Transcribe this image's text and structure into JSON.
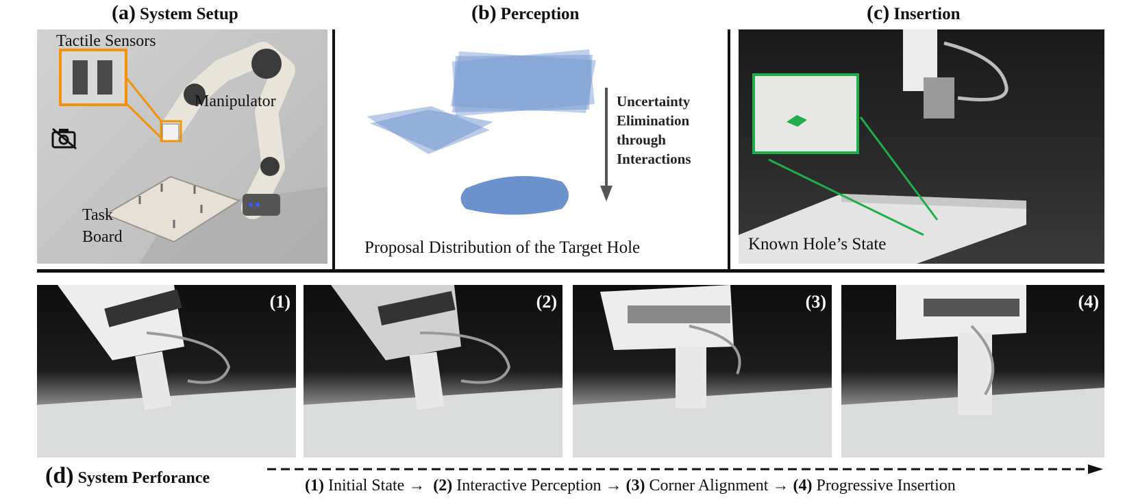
{
  "panels": {
    "a": {
      "letter": "(a)",
      "name": "System Setup",
      "labels": {
        "sensors": "Tactile Sensors",
        "manipulator": "Manipulator",
        "task": "Task",
        "board": "Board"
      },
      "icon": "camera-off-icon"
    },
    "b": {
      "letter": "(b)",
      "name": "Perception",
      "arrow_label": [
        "Uncertainty",
        "Elimination",
        "through",
        "Interactions"
      ],
      "caption": "Proposal Distribution of the Target Hole",
      "colors": {
        "distribution": "#5b86c8"
      }
    },
    "c": {
      "letter": "(c)",
      "name": "Insertion",
      "caption": "Known Hole’s State",
      "colors": {
        "highlight": "#1fae4a"
      }
    },
    "d": {
      "letter": "(d)",
      "name": "System Perforance",
      "frames": [
        {
          "num": "(1)"
        },
        {
          "num": "(2)"
        },
        {
          "num": "(3)"
        },
        {
          "num": "(4)"
        }
      ],
      "steps": [
        {
          "num": "(1)",
          "text": "Initial State",
          "arrow": "→"
        },
        {
          "num": "(2)",
          "text": "Interactive Perception",
          "arrow": "→"
        },
        {
          "num": "(3)",
          "text": "Corner Alignment",
          "arrow": " →"
        },
        {
          "num": "(4)",
          "text": "Progressive Insertion",
          "arrow": ""
        }
      ]
    }
  }
}
